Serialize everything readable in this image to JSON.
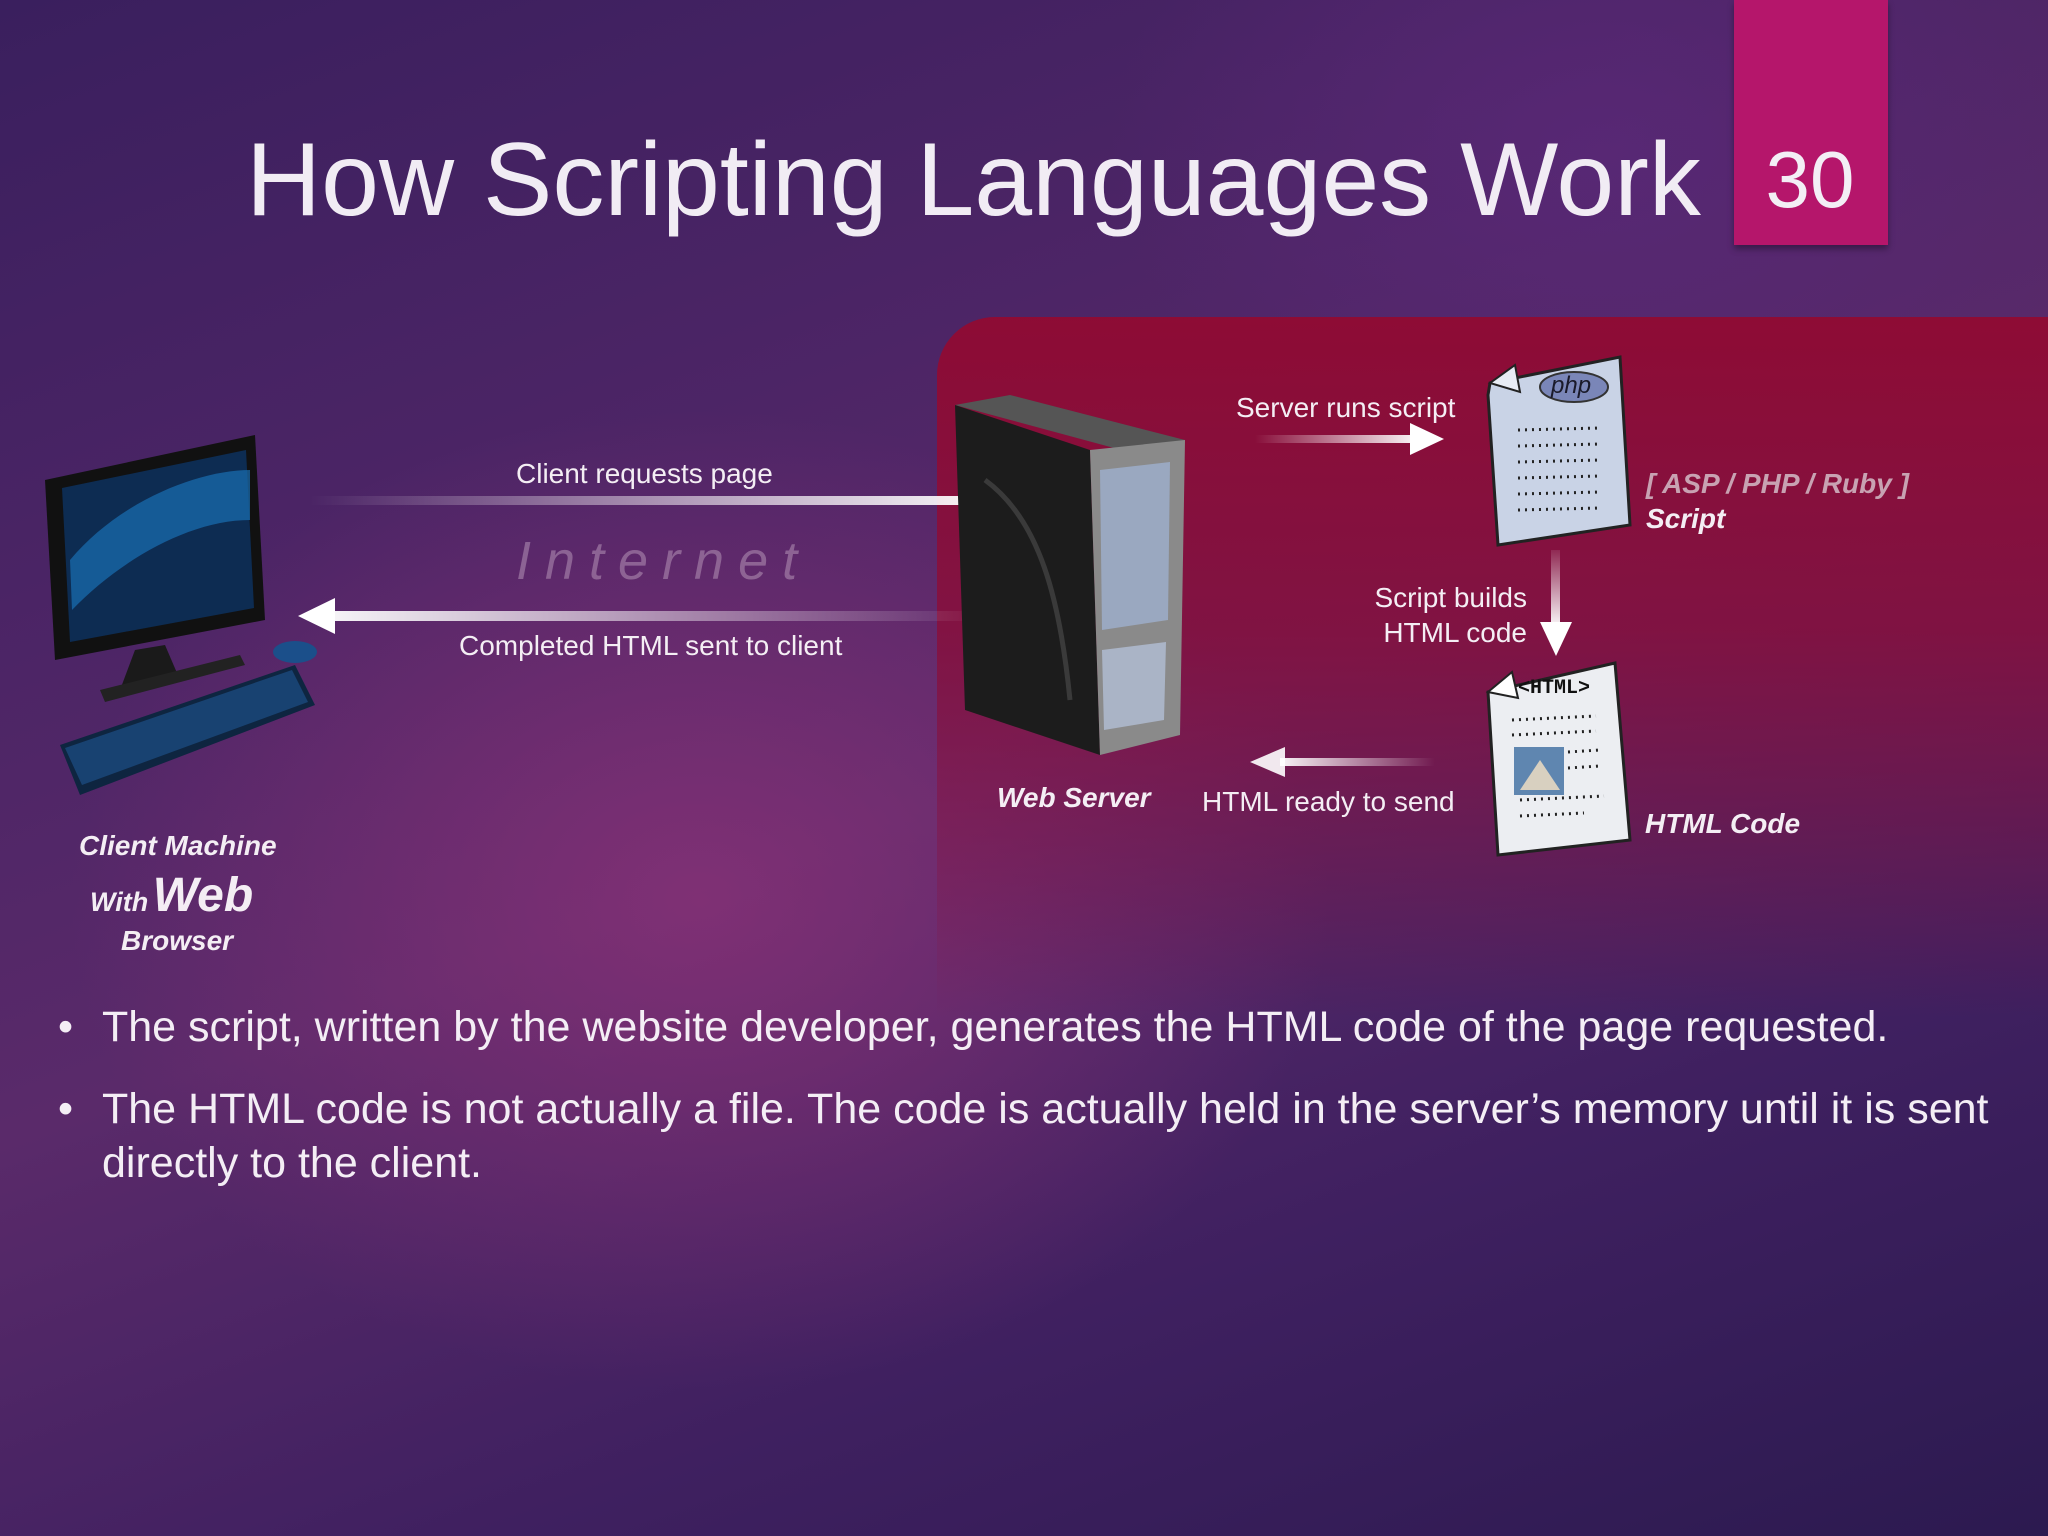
{
  "page_number": "30",
  "title": "How Scripting Languages Work",
  "diagram": {
    "client_requests": "Client requests page",
    "internet": "Internet",
    "completed_html": "Completed HTML sent to client",
    "server_runs_script": "Server runs script",
    "script_builds_line1": "Script builds",
    "script_builds_line2": "HTML code",
    "html_ready": "HTML ready to send",
    "web_server": "Web Server",
    "script_langs": "[ ASP / PHP / Ruby ]",
    "script": "Script",
    "html_code": "HTML Code",
    "client_machine": "Client Machine",
    "client_with": "With",
    "client_web": "Web",
    "client_browser": "Browser",
    "php_logo": "php",
    "html_tag": "<HTML>"
  },
  "bullets": [
    "The script, written by the website developer, generates the HTML code of the page requested.",
    "The HTML code is not actually a file.  The code is actually held in the server’s memory until it is sent directly to the client."
  ],
  "colors": {
    "accent": "#b5166b",
    "panel": "#8c0a3c"
  },
  "icons": [
    "computer-icon",
    "server-icon",
    "script-document-icon",
    "html-document-icon"
  ]
}
